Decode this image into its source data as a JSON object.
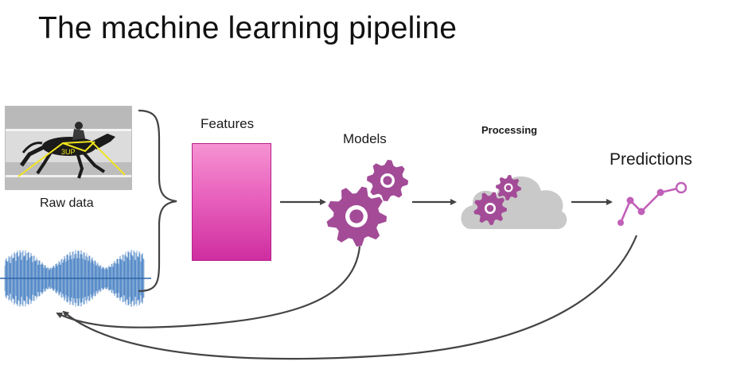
{
  "title": "The machine learning pipeline",
  "labels": {
    "raw_data": "Raw data",
    "features": "Features",
    "models": "Models",
    "processing": "Processing",
    "predictions": "Predictions"
  },
  "photo_overlay_text": "3UP",
  "colors": {
    "gear": "#a34b97",
    "features_gradient_top": "#f692d2",
    "features_gradient_bottom": "#cf2ea0",
    "cloud": "#c9c9c9",
    "prediction_line": "#c060b8",
    "waveform": "#4f86c6",
    "arrows": "#444444",
    "photo_lines": "#f2e51c"
  },
  "icons": [
    "horse-photo",
    "audio-waveform-icon",
    "brace-icon",
    "gear-icon",
    "cloud-gears-icon",
    "line-chart-icon",
    "arrow-icon",
    "feedback-arrow-icon"
  ]
}
